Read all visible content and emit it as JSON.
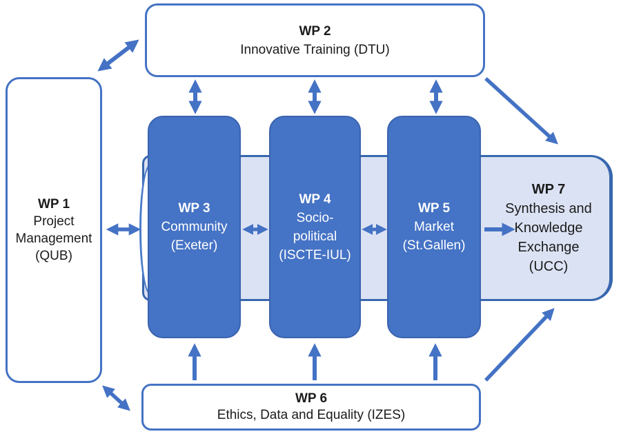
{
  "diagram": {
    "title_implicit": "Work package structure",
    "colors": {
      "background": "#FFFFFF",
      "arrow_blue": "#4472C4",
      "white_box_border": "#4472C4",
      "column_fill": "#4573C5",
      "column_border": "#3A63AE",
      "band_fill": "#DBE2F3",
      "band_border": "#3767AE",
      "text_dark": "#1B1B1B",
      "text_light": "#FFFFFF"
    },
    "boxes": {
      "wp1": {
        "title": "WP 1",
        "lines": [
          "Project",
          "Management",
          "(QUB)"
        ]
      },
      "wp2": {
        "title": "WP 2",
        "lines": [
          "Innovative Training (DTU)"
        ]
      },
      "wp3": {
        "title": "WP 3",
        "lines": [
          "Community",
          "(Exeter)"
        ]
      },
      "wp4": {
        "title": "WP 4",
        "lines": [
          "Socio-",
          "political",
          "(ISCTE-IUL)"
        ]
      },
      "wp5": {
        "title": "WP 5",
        "lines": [
          "Market",
          "(St.Gallen)"
        ]
      },
      "wp6": {
        "title": "WP 6",
        "lines": [
          "Ethics, Data and Equality (IZES)"
        ]
      },
      "wp7": {
        "title": "WP 7",
        "lines": [
          "Synthesis and",
          "Knowledge",
          "Exchange",
          "(UCC)"
        ]
      }
    },
    "edges": [
      {
        "from": "WP1",
        "to": "WP2",
        "style": "double-headed"
      },
      {
        "from": "WP1",
        "to": "WP3",
        "style": "double-headed"
      },
      {
        "from": "WP1",
        "to": "WP6",
        "style": "double-headed"
      },
      {
        "from": "WP2",
        "to": "WP3",
        "style": "double-headed"
      },
      {
        "from": "WP2",
        "to": "WP4",
        "style": "double-headed"
      },
      {
        "from": "WP2",
        "to": "WP5",
        "style": "double-headed"
      },
      {
        "from": "WP2",
        "to": "WP7",
        "style": "single-headed"
      },
      {
        "from": "WP3",
        "to": "WP4",
        "style": "double-headed"
      },
      {
        "from": "WP4",
        "to": "WP5",
        "style": "double-headed"
      },
      {
        "from": "WP5",
        "to": "WP7",
        "style": "single-headed"
      },
      {
        "from": "WP6",
        "to": "WP3",
        "style": "single-headed"
      },
      {
        "from": "WP6",
        "to": "WP4",
        "style": "single-headed"
      },
      {
        "from": "WP6",
        "to": "WP5",
        "style": "single-headed"
      },
      {
        "from": "WP6",
        "to": "WP7",
        "style": "single-headed"
      }
    ]
  }
}
